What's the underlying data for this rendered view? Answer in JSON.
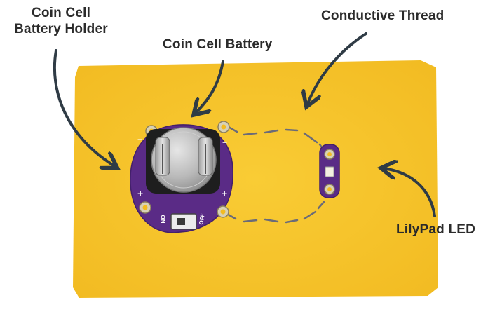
{
  "labels": {
    "holder_line1": "Coin Cell",
    "holder_line2": "Battery Holder",
    "battery": "Coin Cell Battery",
    "thread": "Conductive Thread",
    "led": "LilyPad LED"
  },
  "board_silkscreen": {
    "minus": "−",
    "plus": "+",
    "switch_on": "ON",
    "switch_off": "OFF"
  },
  "colors": {
    "felt": "#f7c52b",
    "board": "#5a2b86",
    "thread": "#6b6b78",
    "text": "#2b2b2b",
    "arrow": "#2f3b45"
  }
}
